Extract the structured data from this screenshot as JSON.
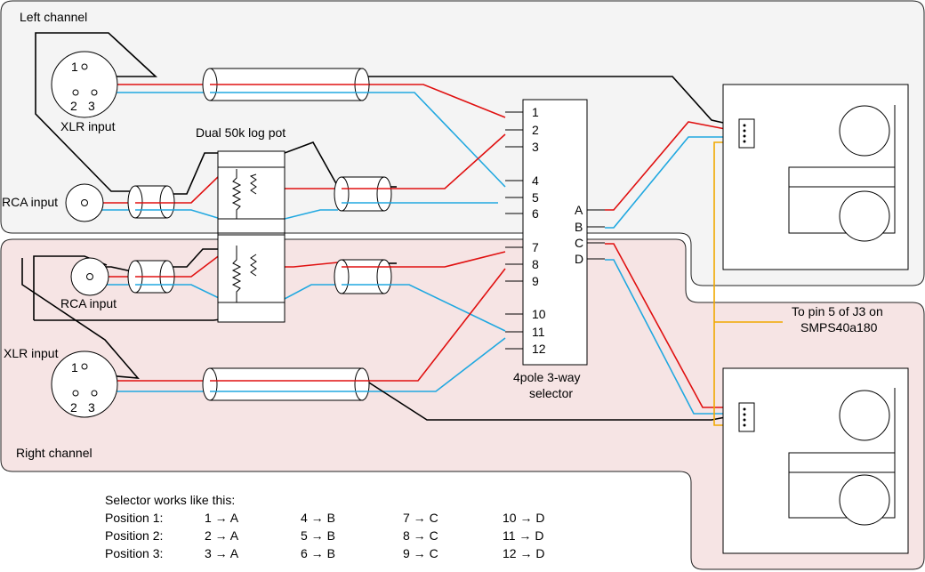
{
  "labels": {
    "left_channel": "Left channel",
    "right_channel": "Right channel",
    "xlr_input_left": "XLR input",
    "xlr_input_right": "XLR input",
    "rca_input_left": "RCA input",
    "rca_input_right": "RCA input",
    "pot": "Dual 50k log pot",
    "selector_line1": "4pole 3-way",
    "selector_line2": "selector",
    "to_pin_line1": "To pin 5 of J3 on",
    "to_pin_line2": "SMPS40a180",
    "xlr_pin1": "1",
    "xlr_pin2": "2",
    "xlr_pin3": "3"
  },
  "selector": {
    "pins": [
      "1",
      "2",
      "3",
      "4",
      "5",
      "6",
      "7",
      "8",
      "9",
      "10",
      "11",
      "12"
    ],
    "outputs": [
      "A",
      "B",
      "C",
      "D"
    ]
  },
  "note": {
    "title": "Selector works like this:",
    "rows": [
      {
        "label": "Position 1:",
        "a": "1 → A",
        "b": "4 → B",
        "c": "7 → C",
        "d": "10 → D"
      },
      {
        "label": "Position 2:",
        "a": "2 → A",
        "b": "5 → B",
        "c": "8 → C",
        "d": "11 → D"
      },
      {
        "label": "Position 3:",
        "a": "3 → A",
        "b": "6 → B",
        "c": "9 → C",
        "d": "12 → D"
      }
    ]
  },
  "colors": {
    "hot": "#e01010",
    "cold": "#20a8e0",
    "ground": "#000000",
    "aux": "#f0a800",
    "left_panel": "#f4f4f4",
    "right_panel": "#f6e4e4"
  }
}
